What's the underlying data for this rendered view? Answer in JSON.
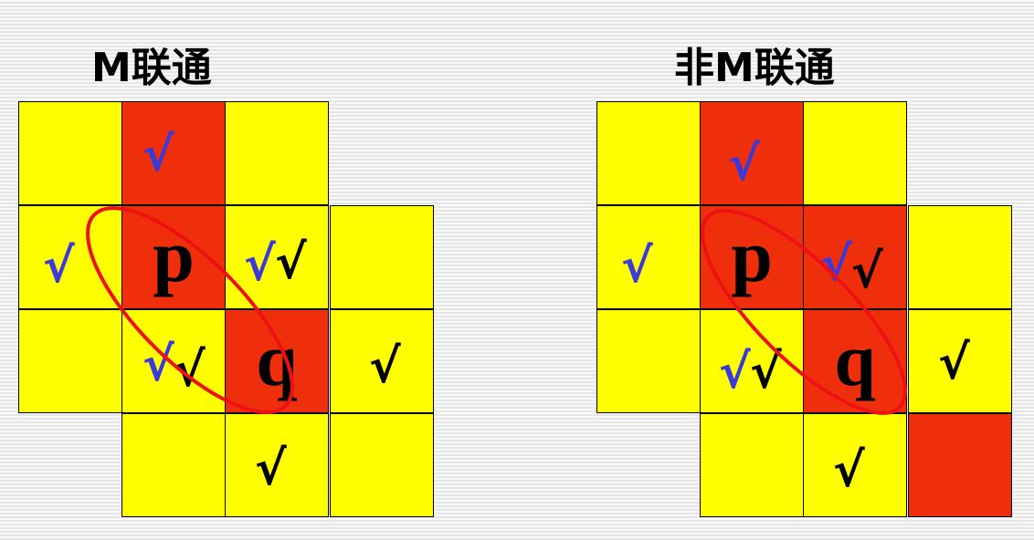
{
  "left": {
    "title": "M联通",
    "labels": {
      "p": "p",
      "q": "q"
    },
    "ticks": {
      "blue": "√",
      "black": "√"
    }
  },
  "right": {
    "title": "非M联通",
    "labels": {
      "p": "p",
      "q": "q"
    },
    "ticks": {
      "blue": "√",
      "black": "√"
    }
  },
  "colors": {
    "yellow": "#ffff00",
    "red": "#ef2f0c",
    "blue_tick": "#3a3adc",
    "ellipse": "#ee1111"
  }
}
